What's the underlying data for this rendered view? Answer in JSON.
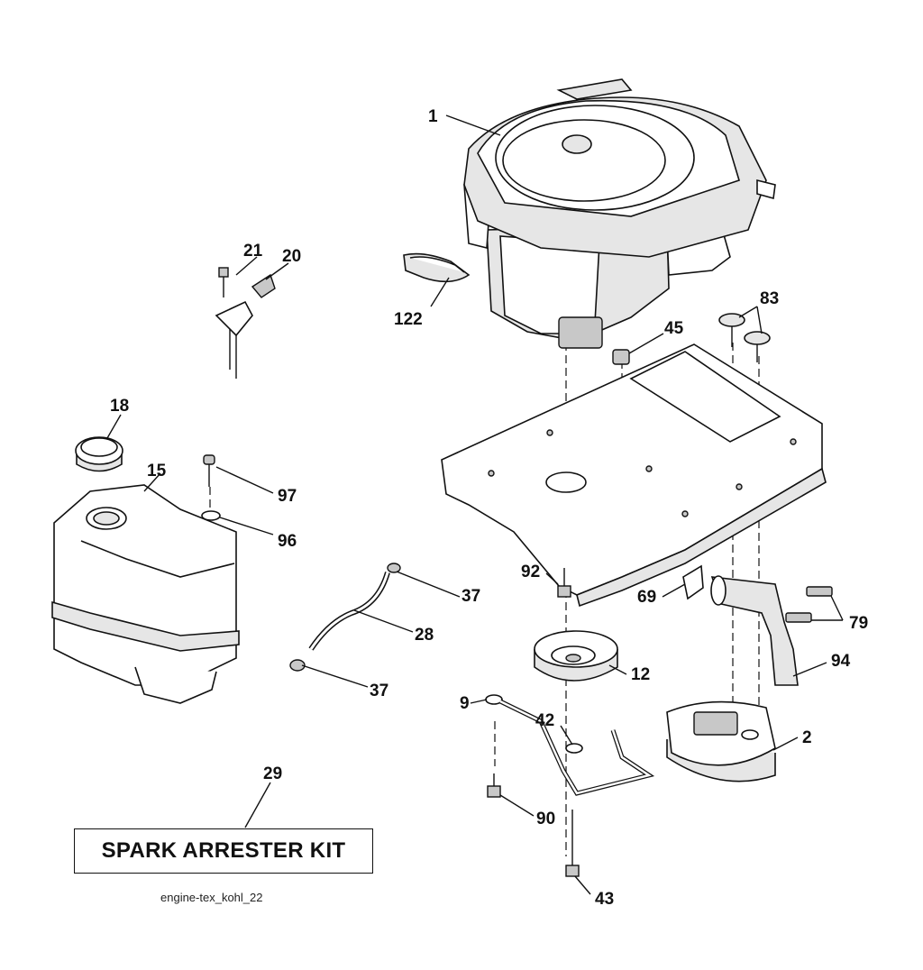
{
  "diagram": {
    "parts": [
      {
        "id": "engine",
        "callout": "1"
      },
      {
        "id": "muffler",
        "callout": "2"
      },
      {
        "id": "hex-bolt-lower",
        "callout": "9"
      },
      {
        "id": "engine-pulley",
        "callout": "12"
      },
      {
        "id": "fuel-tank",
        "callout": "15"
      },
      {
        "id": "fuel-cap",
        "callout": "18"
      },
      {
        "id": "throttle-knob",
        "callout": "20"
      },
      {
        "id": "throttle-screw",
        "callout": "21"
      },
      {
        "id": "fuel-line",
        "callout": "28"
      },
      {
        "id": "spark-arrester",
        "callout": "29"
      },
      {
        "id": "hose-clamp-top",
        "callout": "37"
      },
      {
        "id": "hose-clamp-bottom",
        "callout": "37"
      },
      {
        "id": "washer-pulley",
        "callout": "42"
      },
      {
        "id": "pulley-bolt",
        "callout": "43"
      },
      {
        "id": "drain-plug",
        "callout": "45"
      },
      {
        "id": "exhaust-gasket",
        "callout": "69"
      },
      {
        "id": "exhaust-bolt",
        "callout": "79"
      },
      {
        "id": "wing-screws",
        "callout": "83"
      },
      {
        "id": "tank-bracket-bolt",
        "callout": "90"
      },
      {
        "id": "engine-mount-bolt",
        "callout": "92"
      },
      {
        "id": "exhaust-pipe",
        "callout": "94"
      },
      {
        "id": "tank-washer",
        "callout": "96"
      },
      {
        "id": "tank-screw",
        "callout": "97"
      },
      {
        "id": "heat-shield",
        "callout": "122"
      }
    ],
    "kit_label": "SPARK ARRESTER KIT",
    "caption": "engine-tex_kohl_22"
  }
}
